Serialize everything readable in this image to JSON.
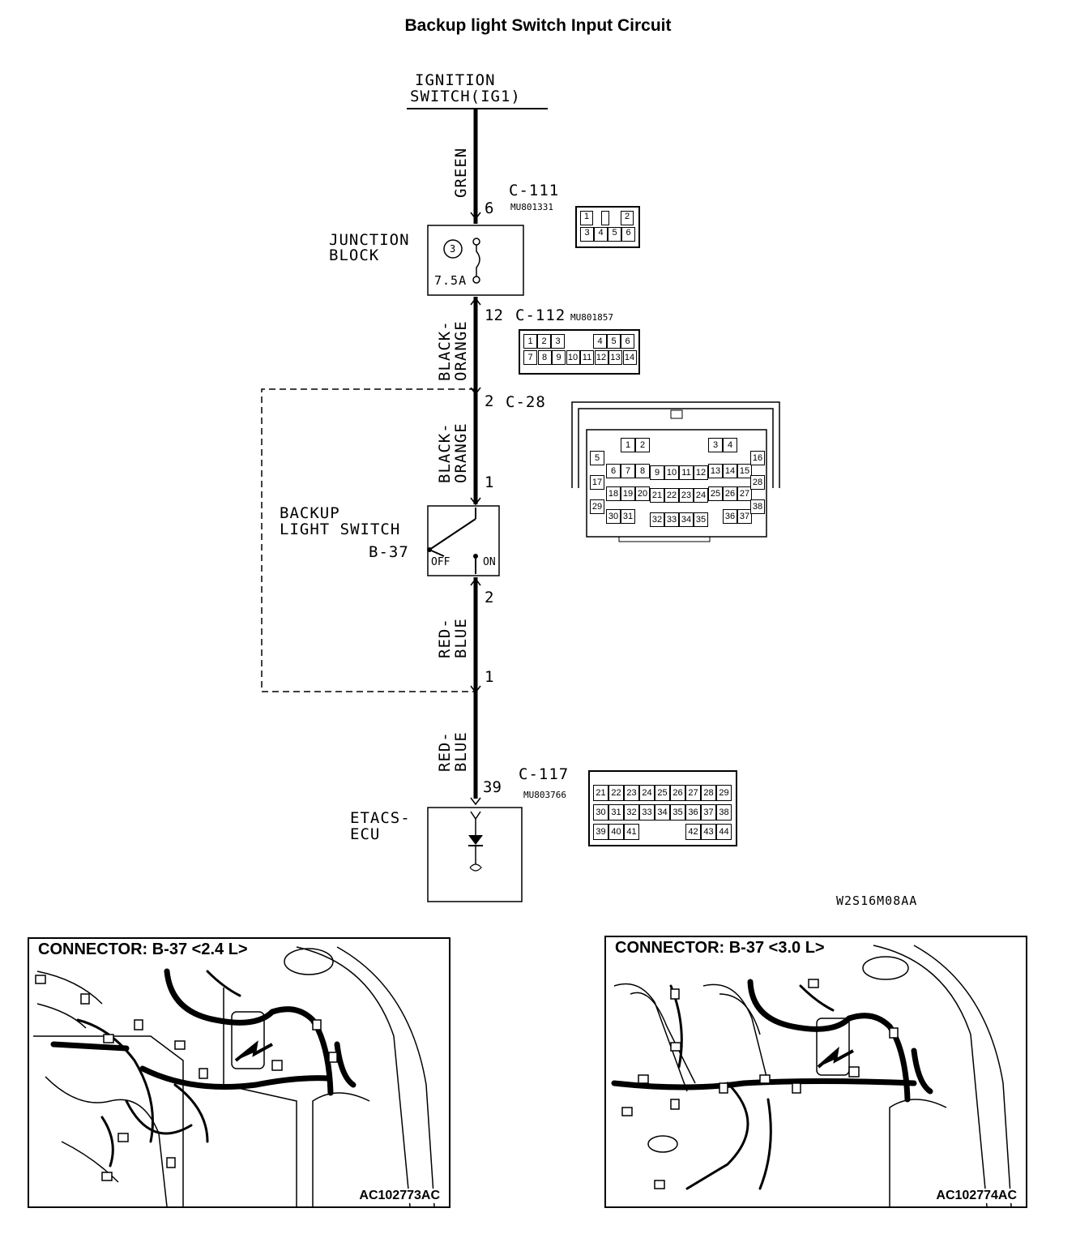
{
  "title": "Backup light Switch Input Circuit",
  "ignition": {
    "line1": "IGNITION",
    "line2": "SWITCH(IG1)"
  },
  "junction_block": {
    "line1": "JUNCTION",
    "line2": "BLOCK",
    "fuse_no": "3",
    "fuse_rating": "7.5A"
  },
  "backup_switch": {
    "line1": "BACKUP",
    "line2": "LIGHT SWITCH",
    "id": "B-37",
    "off": "OFF",
    "on": "ON"
  },
  "ecu": {
    "line1": "ETACS-",
    "line2": "ECU"
  },
  "wires": {
    "w1": "GREEN",
    "w2a": "BLACK-",
    "w2b": "ORANGE",
    "w3a": "BLACK-",
    "w3b": "ORANGE",
    "w4a": "RED-",
    "w4b": "BLUE",
    "w5a": "RED-",
    "w5b": "BLUE"
  },
  "pins": {
    "p6": "6",
    "p12": "12",
    "p2a": "2",
    "p1a": "1",
    "p2b": "2",
    "p1b": "1",
    "p39": "39"
  },
  "connectors": {
    "c111": {
      "name": "C-111",
      "part": "MU801331",
      "top": [
        "1",
        "2"
      ],
      "bottom": [
        "3",
        "4",
        "5",
        "6"
      ]
    },
    "c112": {
      "name": "C-112",
      "part": "MU801857",
      "row1": [
        "1",
        "2",
        "3",
        "4",
        "5",
        "6"
      ],
      "row2": [
        "7",
        "8",
        "9",
        "10",
        "11",
        "12",
        "13",
        "14"
      ]
    },
    "c28": {
      "name": "C-28",
      "cells": [
        "1",
        "2",
        "3",
        "4",
        "5",
        "6",
        "7",
        "8",
        "9",
        "10",
        "11",
        "12",
        "13",
        "14",
        "15",
        "16",
        "17",
        "18",
        "19",
        "20",
        "21",
        "22",
        "23",
        "24",
        "25",
        "26",
        "27",
        "28",
        "29",
        "30",
        "31",
        "32",
        "33",
        "34",
        "35",
        "36",
        "37",
        "38"
      ]
    },
    "c117": {
      "name": "C-117",
      "part": "MU803766",
      "row1": [
        "21",
        "22",
        "23",
        "24",
        "25",
        "26",
        "27",
        "28",
        "29"
      ],
      "row2": [
        "30",
        "31",
        "32",
        "33",
        "34",
        "35",
        "36",
        "37",
        "38"
      ],
      "row3": [
        "39",
        "40",
        "41",
        "42",
        "43",
        "44"
      ]
    }
  },
  "diagram_code": "W2S16M08AA",
  "panels": {
    "left": {
      "title": "CONNECTOR: B-37 <2.4 L>",
      "code": "AC102773AC"
    },
    "right": {
      "title": "CONNECTOR: B-37 <3.0 L>",
      "code": "AC102774AC"
    }
  }
}
